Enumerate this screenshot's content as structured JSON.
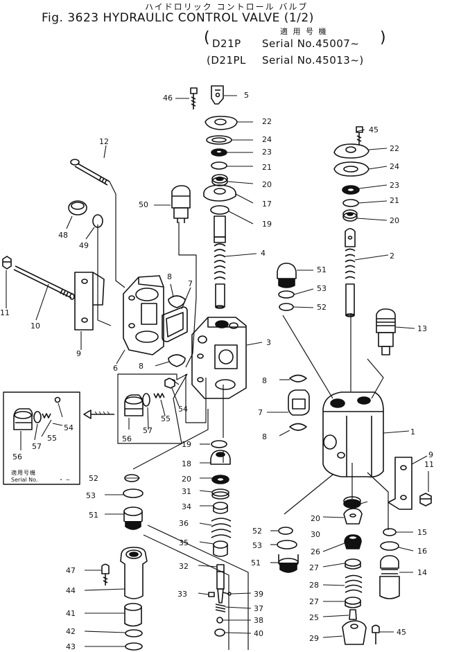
{
  "header": {
    "jp_title": "ハイドロリック コントロール バルブ",
    "title": "Fig. 3623  HYDRAULIC  CONTROL  VALVE (1/2)",
    "applicable_jp": "適 用 号 機",
    "serial_1_model": "D21P",
    "serial_1_text": "Serial No.45007~",
    "serial_2_model": "(D21PL",
    "serial_2_text": "Serial No.45013~)"
  },
  "inset": {
    "applicable_jp": "適用号機",
    "serial_label": "Serial  No.",
    "serial_value": "・ ~"
  },
  "parts": [
    {
      "id": "p1",
      "label": "1"
    },
    {
      "id": "p2",
      "label": "2"
    },
    {
      "id": "p3",
      "label": "3"
    },
    {
      "id": "p4",
      "label": "4"
    },
    {
      "id": "p5",
      "label": "5"
    },
    {
      "id": "p6",
      "label": "6"
    },
    {
      "id": "p7a",
      "label": "7"
    },
    {
      "id": "p7b",
      "label": "7"
    },
    {
      "id": "p8a",
      "label": "8"
    },
    {
      "id": "p8b",
      "label": "8"
    },
    {
      "id": "p8c",
      "label": "8"
    },
    {
      "id": "p8d",
      "label": "8"
    },
    {
      "id": "p9a",
      "label": "9"
    },
    {
      "id": "p9b",
      "label": "9"
    },
    {
      "id": "p10",
      "label": "10"
    },
    {
      "id": "p11a",
      "label": "11"
    },
    {
      "id": "p11b",
      "label": "11"
    },
    {
      "id": "p12",
      "label": "12"
    },
    {
      "id": "p13",
      "label": "13"
    },
    {
      "id": "p14",
      "label": "14"
    },
    {
      "id": "p15",
      "label": "15"
    },
    {
      "id": "p16",
      "label": "16"
    },
    {
      "id": "p17",
      "label": "17"
    },
    {
      "id": "p18",
      "label": "18"
    },
    {
      "id": "p19a",
      "label": "19"
    },
    {
      "id": "p19b",
      "label": "19"
    },
    {
      "id": "p20a",
      "label": "20"
    },
    {
      "id": "p20b",
      "label": "20"
    },
    {
      "id": "p20c",
      "label": "20"
    },
    {
      "id": "p20d",
      "label": "20"
    },
    {
      "id": "p21a",
      "label": "21"
    },
    {
      "id": "p21b",
      "label": "21"
    },
    {
      "id": "p22a",
      "label": "22"
    },
    {
      "id": "p22b",
      "label": "22"
    },
    {
      "id": "p23a",
      "label": "23"
    },
    {
      "id": "p23b",
      "label": "23"
    },
    {
      "id": "p24a",
      "label": "24"
    },
    {
      "id": "p24b",
      "label": "24"
    },
    {
      "id": "p25",
      "label": "25"
    },
    {
      "id": "p26",
      "label": "26"
    },
    {
      "id": "p27a",
      "label": "27"
    },
    {
      "id": "p27b",
      "label": "27"
    },
    {
      "id": "p28",
      "label": "28"
    },
    {
      "id": "p29",
      "label": "29"
    },
    {
      "id": "p30",
      "label": "30"
    },
    {
      "id": "p31",
      "label": "31"
    },
    {
      "id": "p32",
      "label": "32"
    },
    {
      "id": "p33",
      "label": "33"
    },
    {
      "id": "p34",
      "label": "34"
    },
    {
      "id": "p35",
      "label": "35"
    },
    {
      "id": "p36",
      "label": "36"
    },
    {
      "id": "p37",
      "label": "37"
    },
    {
      "id": "p38",
      "label": "38"
    },
    {
      "id": "p39",
      "label": "39"
    },
    {
      "id": "p40",
      "label": "40"
    },
    {
      "id": "p41",
      "label": "41"
    },
    {
      "id": "p42",
      "label": "42"
    },
    {
      "id": "p43",
      "label": "43"
    },
    {
      "id": "p44",
      "label": "44"
    },
    {
      "id": "p45a",
      "label": "45"
    },
    {
      "id": "p45b",
      "label": "45"
    },
    {
      "id": "p46",
      "label": "46"
    },
    {
      "id": "p47",
      "label": "47"
    },
    {
      "id": "p48",
      "label": "48"
    },
    {
      "id": "p49",
      "label": "49"
    },
    {
      "id": "p50",
      "label": "50"
    },
    {
      "id": "p51a",
      "label": "51"
    },
    {
      "id": "p51b",
      "label": "51"
    },
    {
      "id": "p51c",
      "label": "51"
    },
    {
      "id": "p52a",
      "label": "52"
    },
    {
      "id": "p52b",
      "label": "52"
    },
    {
      "id": "p52c",
      "label": "52"
    },
    {
      "id": "p53a",
      "label": "53"
    },
    {
      "id": "p53b",
      "label": "53"
    },
    {
      "id": "p53c",
      "label": "53"
    },
    {
      "id": "p54a",
      "label": "54"
    },
    {
      "id": "p54b",
      "label": "54"
    },
    {
      "id": "p55a",
      "label": "55"
    },
    {
      "id": "p55b",
      "label": "55"
    },
    {
      "id": "p56a",
      "label": "56"
    },
    {
      "id": "p56b",
      "label": "56"
    },
    {
      "id": "p57a",
      "label": "57"
    },
    {
      "id": "p57b",
      "label": "57"
    }
  ]
}
